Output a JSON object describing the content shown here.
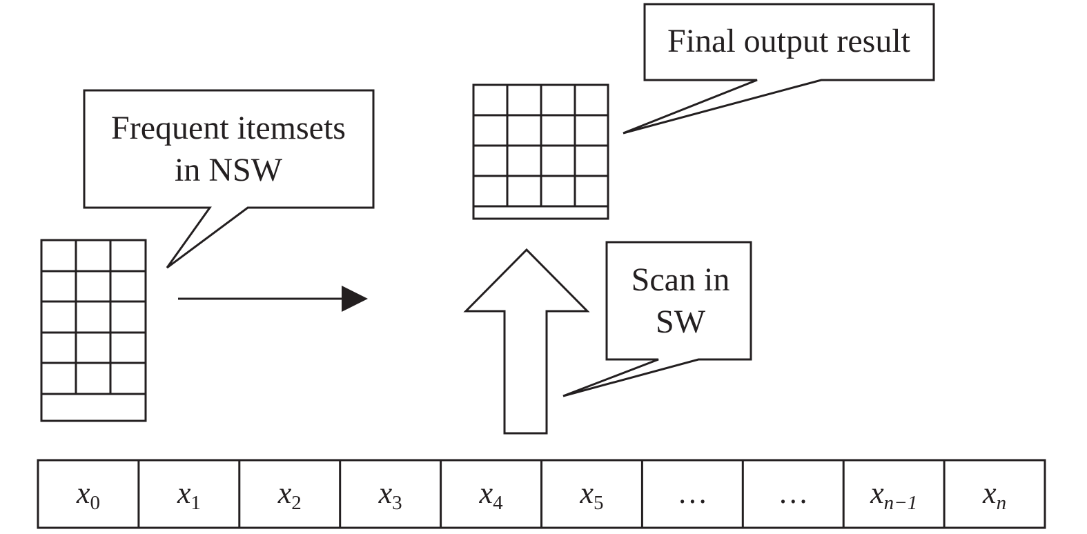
{
  "callouts": {
    "frequent_line1": "Frequent itemsets",
    "frequent_line2": "in NSW",
    "final": "Final output result",
    "scan_line1": "Scan in",
    "scan_line2": "SW"
  },
  "stream": {
    "cells": [
      {
        "base": "x",
        "sub": "0"
      },
      {
        "base": "x",
        "sub": "1"
      },
      {
        "base": "x",
        "sub": "2"
      },
      {
        "base": "x",
        "sub": "3"
      },
      {
        "base": "x",
        "sub": "4"
      },
      {
        "base": "x",
        "sub": "5"
      },
      {
        "base": "…",
        "sub": ""
      },
      {
        "base": "…",
        "sub": ""
      },
      {
        "base": "x",
        "sub": "n−1"
      },
      {
        "base": "x",
        "sub": "n"
      }
    ]
  }
}
